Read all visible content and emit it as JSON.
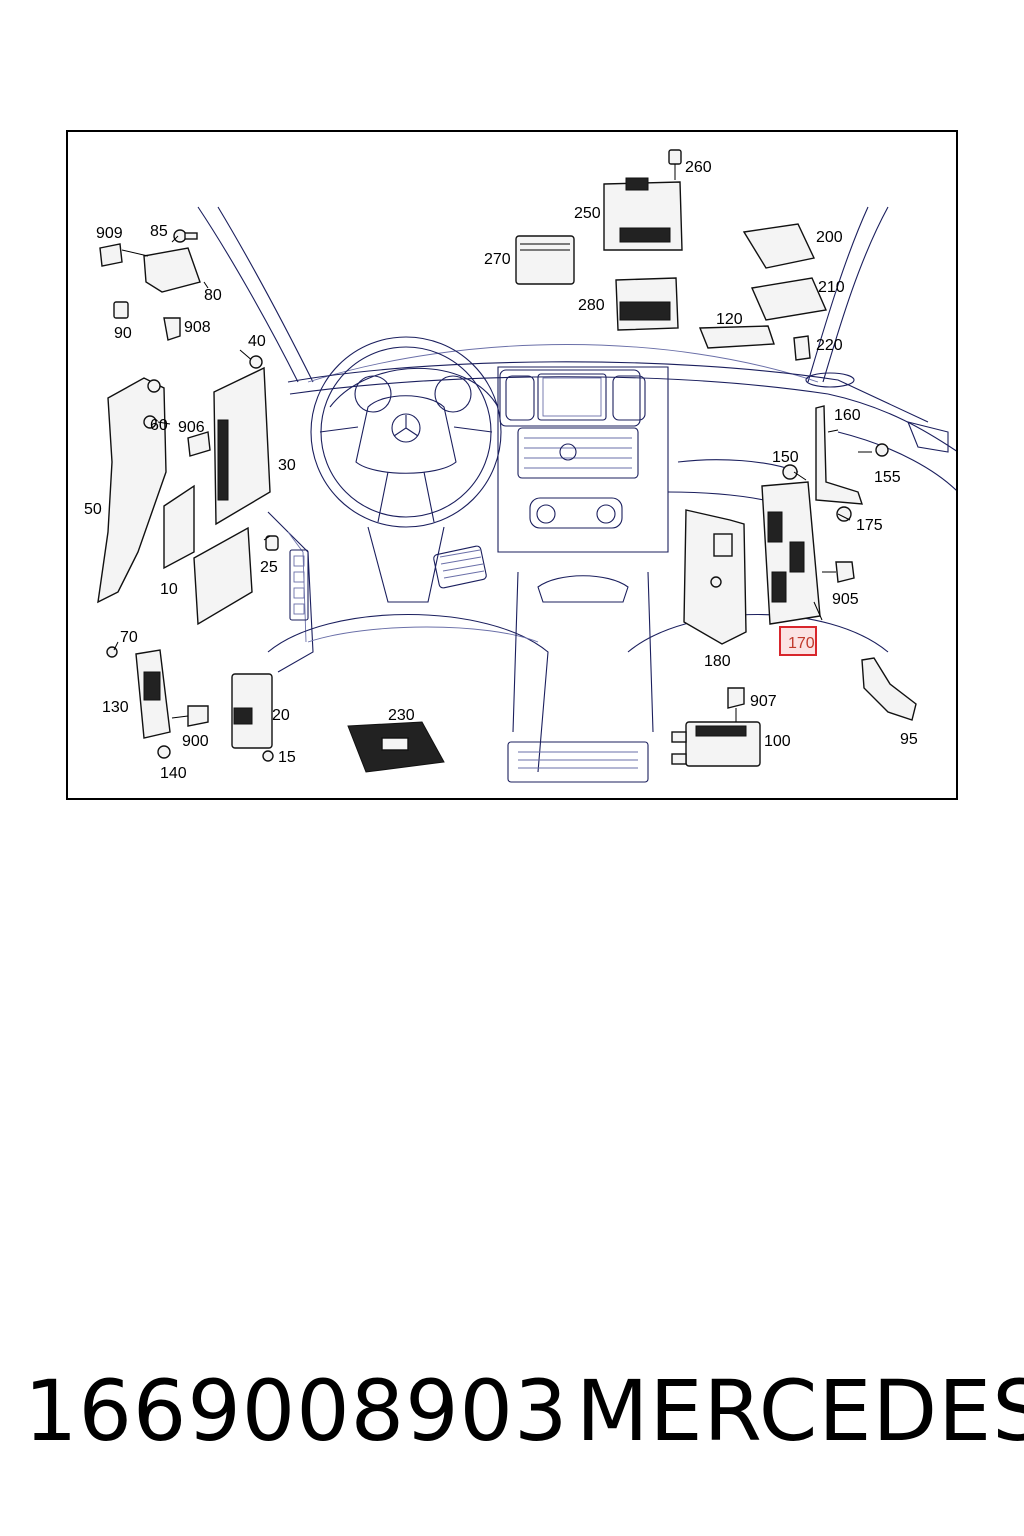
{
  "callouts": {
    "c260": "260",
    "c250": "250",
    "c270": "270",
    "c909": "909",
    "c85": "85",
    "c80": "80",
    "c90": "90",
    "c908": "908",
    "c200": "200",
    "c210": "210",
    "c280": "280",
    "c120": "120",
    "c220": "220",
    "c40": "40",
    "c60": "60",
    "c906": "906",
    "c30": "30",
    "c50": "50",
    "c160": "160",
    "c150": "150",
    "c155": "155",
    "c175": "175",
    "c905": "905",
    "c25": "25",
    "c10": "10",
    "c70": "70",
    "c170": "170",
    "c180": "180",
    "c907": "907",
    "c130": "130",
    "c20": "20",
    "c230": "230",
    "c100": "100",
    "c95": "95",
    "c900": "900",
    "c15": "15",
    "c140": "140"
  },
  "highlighted_callout": "170",
  "colors": {
    "highlight_stroke": "#d8262c",
    "highlight_fill": "#fbe3e3",
    "line_art": "#1b1f5e"
  },
  "caption": {
    "part_number": "1669008903",
    "brand": "MERCEDES"
  }
}
